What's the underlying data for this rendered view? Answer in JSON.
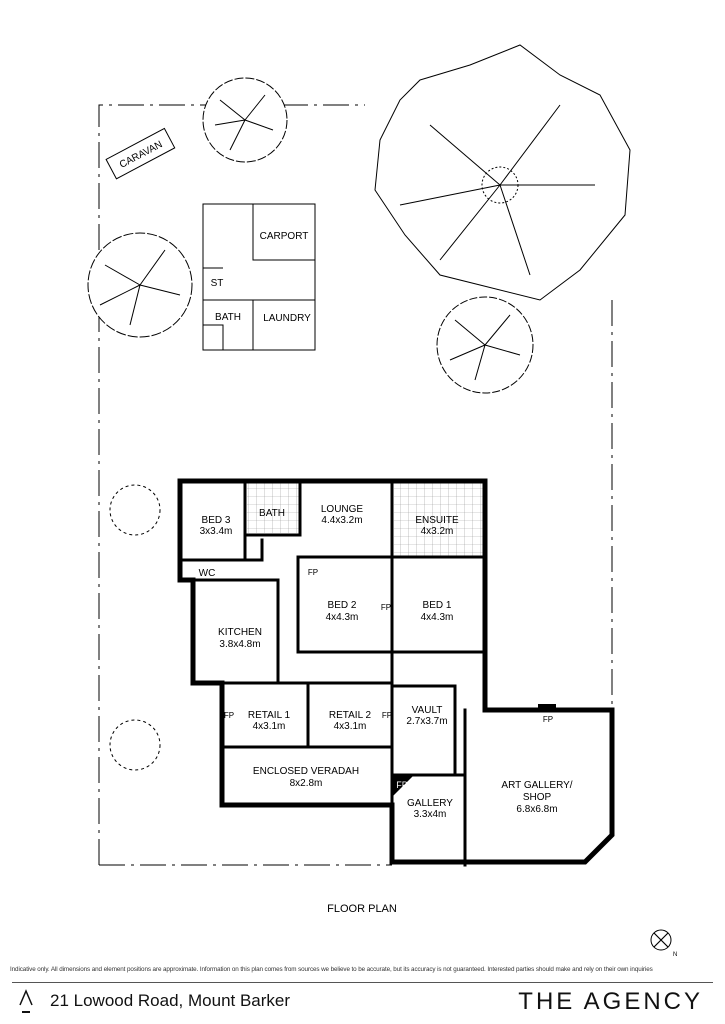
{
  "plan": {
    "title": "FLOOR PLAN",
    "rooms": {
      "caravan": "CARAVAN",
      "carport": "CARPORT",
      "st": "ST",
      "out_bath": "BATH",
      "laundry": "LAUNDRY",
      "bed3": {
        "name": "BED 3",
        "size": "3x3.4m"
      },
      "bath": "BATH",
      "lounge": {
        "name": "LOUNGE",
        "size": "4.4x3.2m"
      },
      "ensuite": {
        "name": "ENSUITE",
        "size": "4x3.2m"
      },
      "wc": "WC",
      "bed2": {
        "name": "BED 2",
        "size": "4x4.3m"
      },
      "bed1": {
        "name": "BED 1",
        "size": "4x4.3m"
      },
      "kitchen": {
        "name": "KITCHEN",
        "size": "3.8x4.8m"
      },
      "retail1": {
        "name": "RETAIL 1",
        "size": "4x3.1m"
      },
      "retail2": {
        "name": "RETAIL 2",
        "size": "4x3.1m"
      },
      "vault": {
        "name": "VAULT",
        "size": "2.7x3.7m"
      },
      "veradah": {
        "name": "ENCLOSED VERADAH",
        "size": "8x2.8m"
      },
      "gallery": {
        "name": "GALLERY",
        "size": "3.3x4m"
      },
      "art_gallery": {
        "name": "ART GALLERY/",
        "name2": "SHOP",
        "size": "6.8x6.8m"
      },
      "fp": "FP"
    },
    "compass_icon": "north-arrow-icon"
  },
  "footer": {
    "disclaimer": "Indicative only. All dimensions and element positions are approximate. Information on this plan comes from sources we believe to be accurate, but its accuracy is not guaranteed. Interested parties should make and rely on their own inquiries",
    "address": "21 Lowood Road, Mount Barker",
    "brand": "THE AGENCY"
  }
}
